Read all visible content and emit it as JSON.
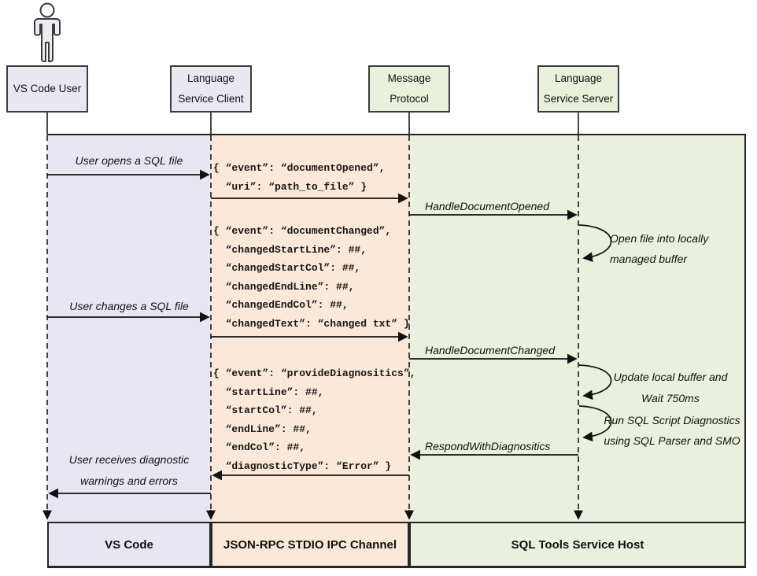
{
  "diagram_title": "SQL Tools Service Host language service sequence diagram",
  "colors": {
    "lane_user": "#E8E7F1",
    "lane_ipc": "#FBE8D8",
    "lane_host": "#E9F0DD",
    "line": "#111111",
    "actor_border": "#3d3d3d"
  },
  "actors": [
    {
      "label": "VS Code User"
    },
    {
      "label": "Language\nService Client"
    },
    {
      "label": "Message\nProtocol"
    },
    {
      "label": "Language\nService Server"
    }
  ],
  "messages": {
    "user_opens": "User opens a SQL file",
    "user_changes": "User changes a SQL file",
    "user_receives": "User receives diagnostic\nwarnings and errors",
    "handle_document_opened": "HandleDocumentOpened",
    "handle_document_changed": "HandleDocumentChanged",
    "respond_with_diagnostics": "RespondWithDiagnositics"
  },
  "notes": {
    "open_file": "Open file into locally\nmanaged buffer",
    "update_buffer": "Update local buffer and\nWait 750ms",
    "run_diagnostics": "Run SQL Script Diagnostics\nusing SQL Parser and SMO"
  },
  "payloads": {
    "document_opened": "{ “event”: “documentOpened”,\n  “uri”: “path_to_file” }",
    "document_changed": "{ “event”: “documentChanged”,\n  “changedStartLine”: ##,\n  “changedStartCol”: ##,\n  “changedEndLine”: ##,\n  “changedEndCol”: ##,\n  “changedText”: “changed txt” }",
    "provide_diagnostics": "{ “event”: “provideDiagnositics”,\n  “startLine”: ##,\n  “startCol”: ##,\n  “endLine”: ##,\n  “endCol”: ##,\n  “diagnosticType”: “Error” }"
  },
  "lanes": [
    {
      "label": "VS Code"
    },
    {
      "label": "JSON-RPC STDIO IPC Channel"
    },
    {
      "label": "SQL Tools Service Host"
    }
  ]
}
